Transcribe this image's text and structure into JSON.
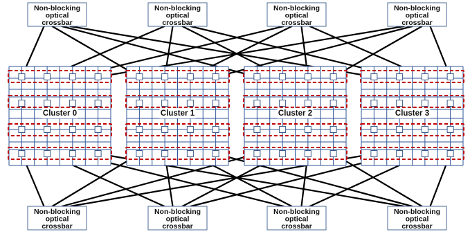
{
  "crossbar_label": [
    "Non-blocking",
    "optical",
    "crossbar"
  ],
  "crossbars": {
    "top": [
      "xbar-top-0",
      "xbar-top-1",
      "xbar-top-2",
      "xbar-top-3"
    ],
    "bottom": [
      "xbar-bottom-0",
      "xbar-bottom-1",
      "xbar-bottom-2",
      "xbar-bottom-3"
    ]
  },
  "clusters": [
    {
      "label": "Cluster 0"
    },
    {
      "label": "Cluster 1"
    },
    {
      "label": "Cluster 2"
    },
    {
      "label": "Cluster 3"
    }
  ],
  "colors": {
    "group_dash": "#c00000",
    "grid": "#2f5597",
    "link": "#000000"
  }
}
